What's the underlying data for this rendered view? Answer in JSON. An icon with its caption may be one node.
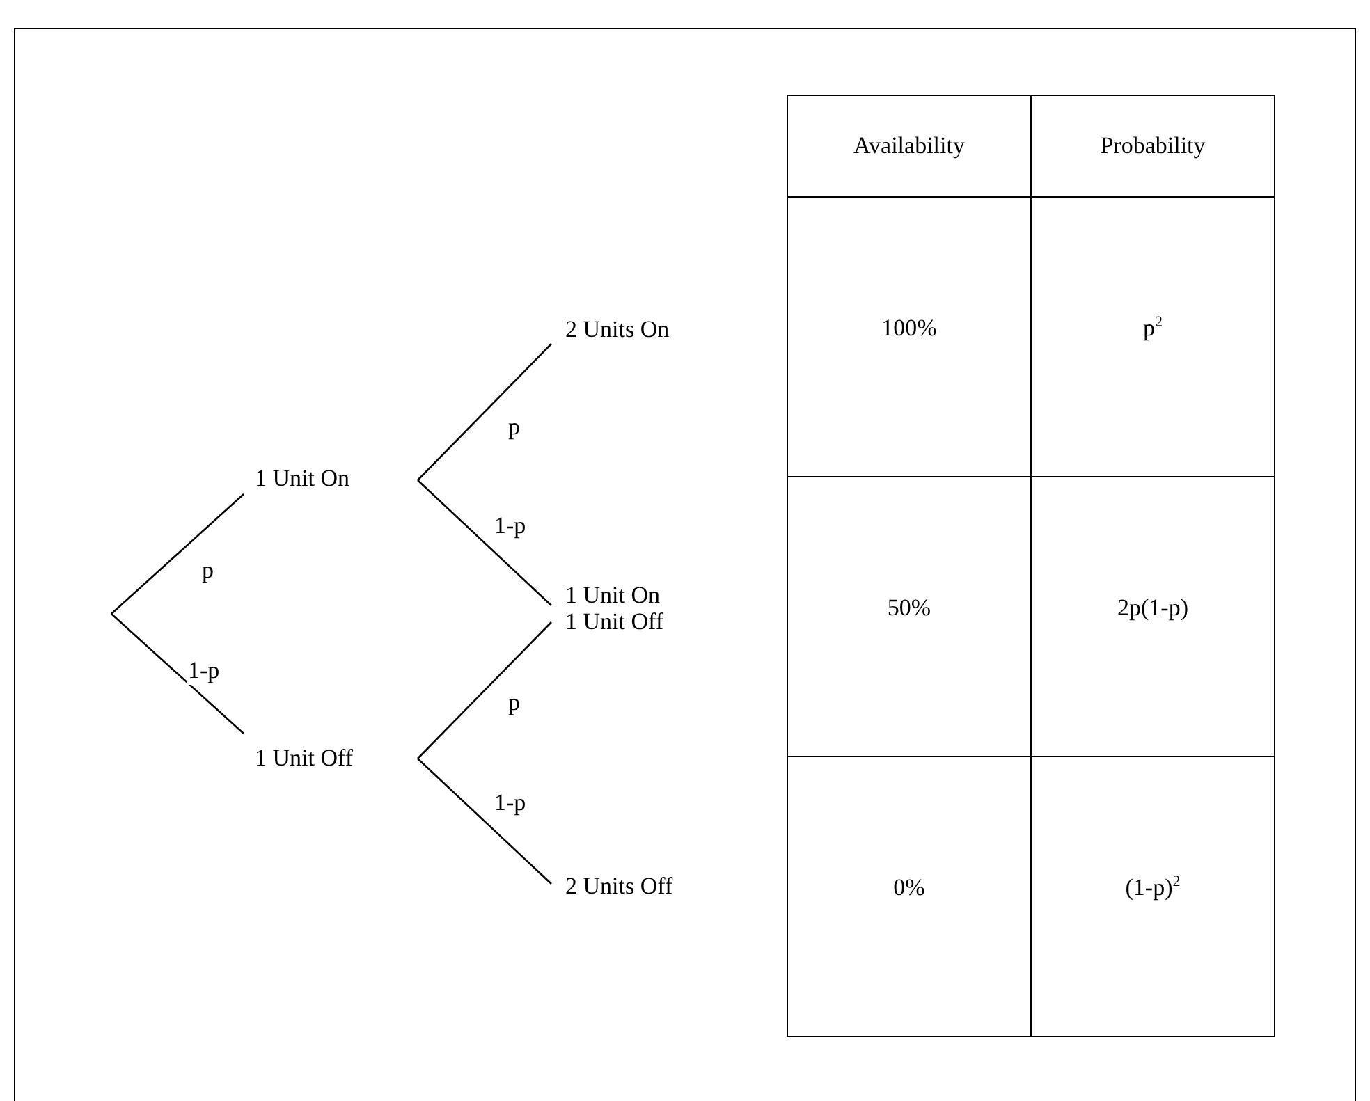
{
  "diagram": {
    "nodes": [
      {
        "text": [
          "1 Unit On"
        ]
      },
      {
        "text": [
          "1 Unit Off"
        ]
      },
      {
        "text": [
          "2 Units On"
        ]
      },
      {
        "text": [
          "1 Unit On"
        ]
      },
      {
        "text": [
          "1 Unit Off"
        ]
      },
      {
        "text": [
          "2 Units Off"
        ]
      }
    ],
    "edges": [
      {
        "from": null,
        "to": 0,
        "arrow": "none",
        "label": "p"
      },
      {
        "from": null,
        "to": 1,
        "arrow": "none",
        "label": "1-p"
      },
      {
        "from": 0,
        "to": 2,
        "arrow": "none",
        "label": "p"
      },
      {
        "from": 0,
        "to": 3,
        "arrow": "none",
        "label": "1-p"
      },
      {
        "from": 1,
        "to": 4,
        "arrow": "none",
        "label": "p"
      },
      {
        "from": 1,
        "to": 5,
        "arrow": "none",
        "label": "1-p"
      }
    ],
    "labels": [
      "Availability",
      "Probability",
      "100%",
      "p$^{2}$",
      "50%",
      "2p(1-p)",
      "0%",
      "(1-p)$^{2}$"
    ]
  }
}
